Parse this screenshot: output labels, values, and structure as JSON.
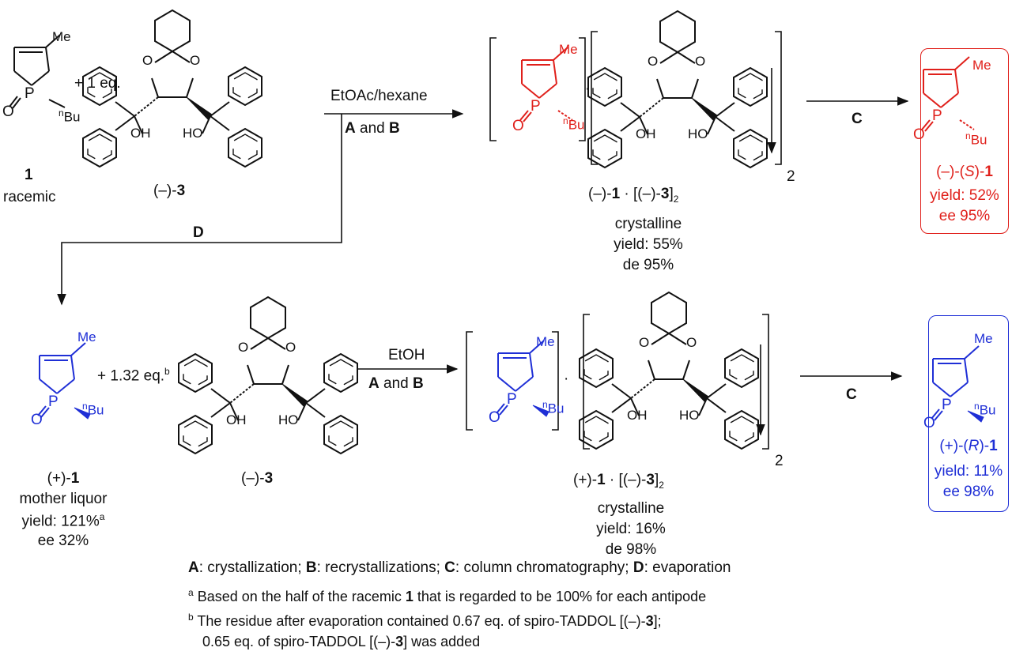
{
  "me": "Me",
  "p": "P",
  "o": "O",
  "oh": "OH",
  "ho": "HO",
  "bu_sup": "n",
  "bu": "Bu",
  "racemic": {
    "num": "1",
    "label": "racemic"
  },
  "row1": {
    "plus_eq": "+ 1 eq.",
    "taddol_prefix": "(–)-",
    "taddol_num": "3",
    "cond_top": "EtOAc/hexane",
    "cond_a": "A",
    "cond_and": " and ",
    "cond_b": "B",
    "complex": {
      "p1": "(–)-",
      "n1": "1",
      "dot": " · [(–)-",
      "n3": "3",
      "close": "]",
      "sub": "2"
    },
    "crystalline": "crystalline",
    "yield": "yield: 55%",
    "de": "de 95%",
    "c_label": "C",
    "bracket_sub": "2",
    "product": {
      "pre": "(–)-(",
      "stereo": "S",
      "post": ")-",
      "num": "1",
      "yield": "yield: 52%",
      "ee": "ee 95%"
    }
  },
  "d_label": "D",
  "row2": {
    "plus_eq": "+ 1.32 eq.",
    "plus_sup": "b",
    "taddol_prefix": "(–)-",
    "taddol_num": "3",
    "cond_top": "EtOH",
    "cond_a": "A",
    "cond_and": " and ",
    "cond_b": "B",
    "mother": {
      "pre": "(+)-",
      "num": "1",
      "label": "mother liquor",
      "yield": "yield: 121%",
      "yield_sup": "a",
      "ee": "ee 32%"
    },
    "complex": {
      "p1": "(+)-",
      "n1": "1",
      "dot": " · [(–)-",
      "n3": "3",
      "close": "]",
      "sub": "2"
    },
    "crystalline": "crystalline",
    "yield": "yield: 16%",
    "de": "de 98%",
    "c_label": "C",
    "bracket_sub": "2",
    "product": {
      "pre": "(+)-(",
      "stereo": "R",
      "post": ")-",
      "num": "1",
      "yield": "yield: 11%",
      "ee": "ee 98%"
    }
  },
  "footnotes": {
    "legend": {
      "a": "A",
      "a_t": ": crystallization; ",
      "b": "B",
      "b_t": ": recrystallizations; ",
      "c": "C",
      "c_t": ": column chromatography; ",
      "d": "D",
      "d_t": ": evaporation"
    },
    "fa": {
      "sup": "a",
      "pre": " Based on the half of the racemic ",
      "num": "1",
      "post": " that is regarded to be 100% for each antipode"
    },
    "fb1": {
      "sup": "b",
      "pre": " The residue after evaporation contained 0.67 eq. of spiro-TADDOL [(–)-",
      "num": "3",
      "post": "];"
    },
    "fb2": {
      "pre": "0.65 eq. of spiro-TADDOL [(–)-",
      "num": "3",
      "post": "] was added"
    }
  }
}
